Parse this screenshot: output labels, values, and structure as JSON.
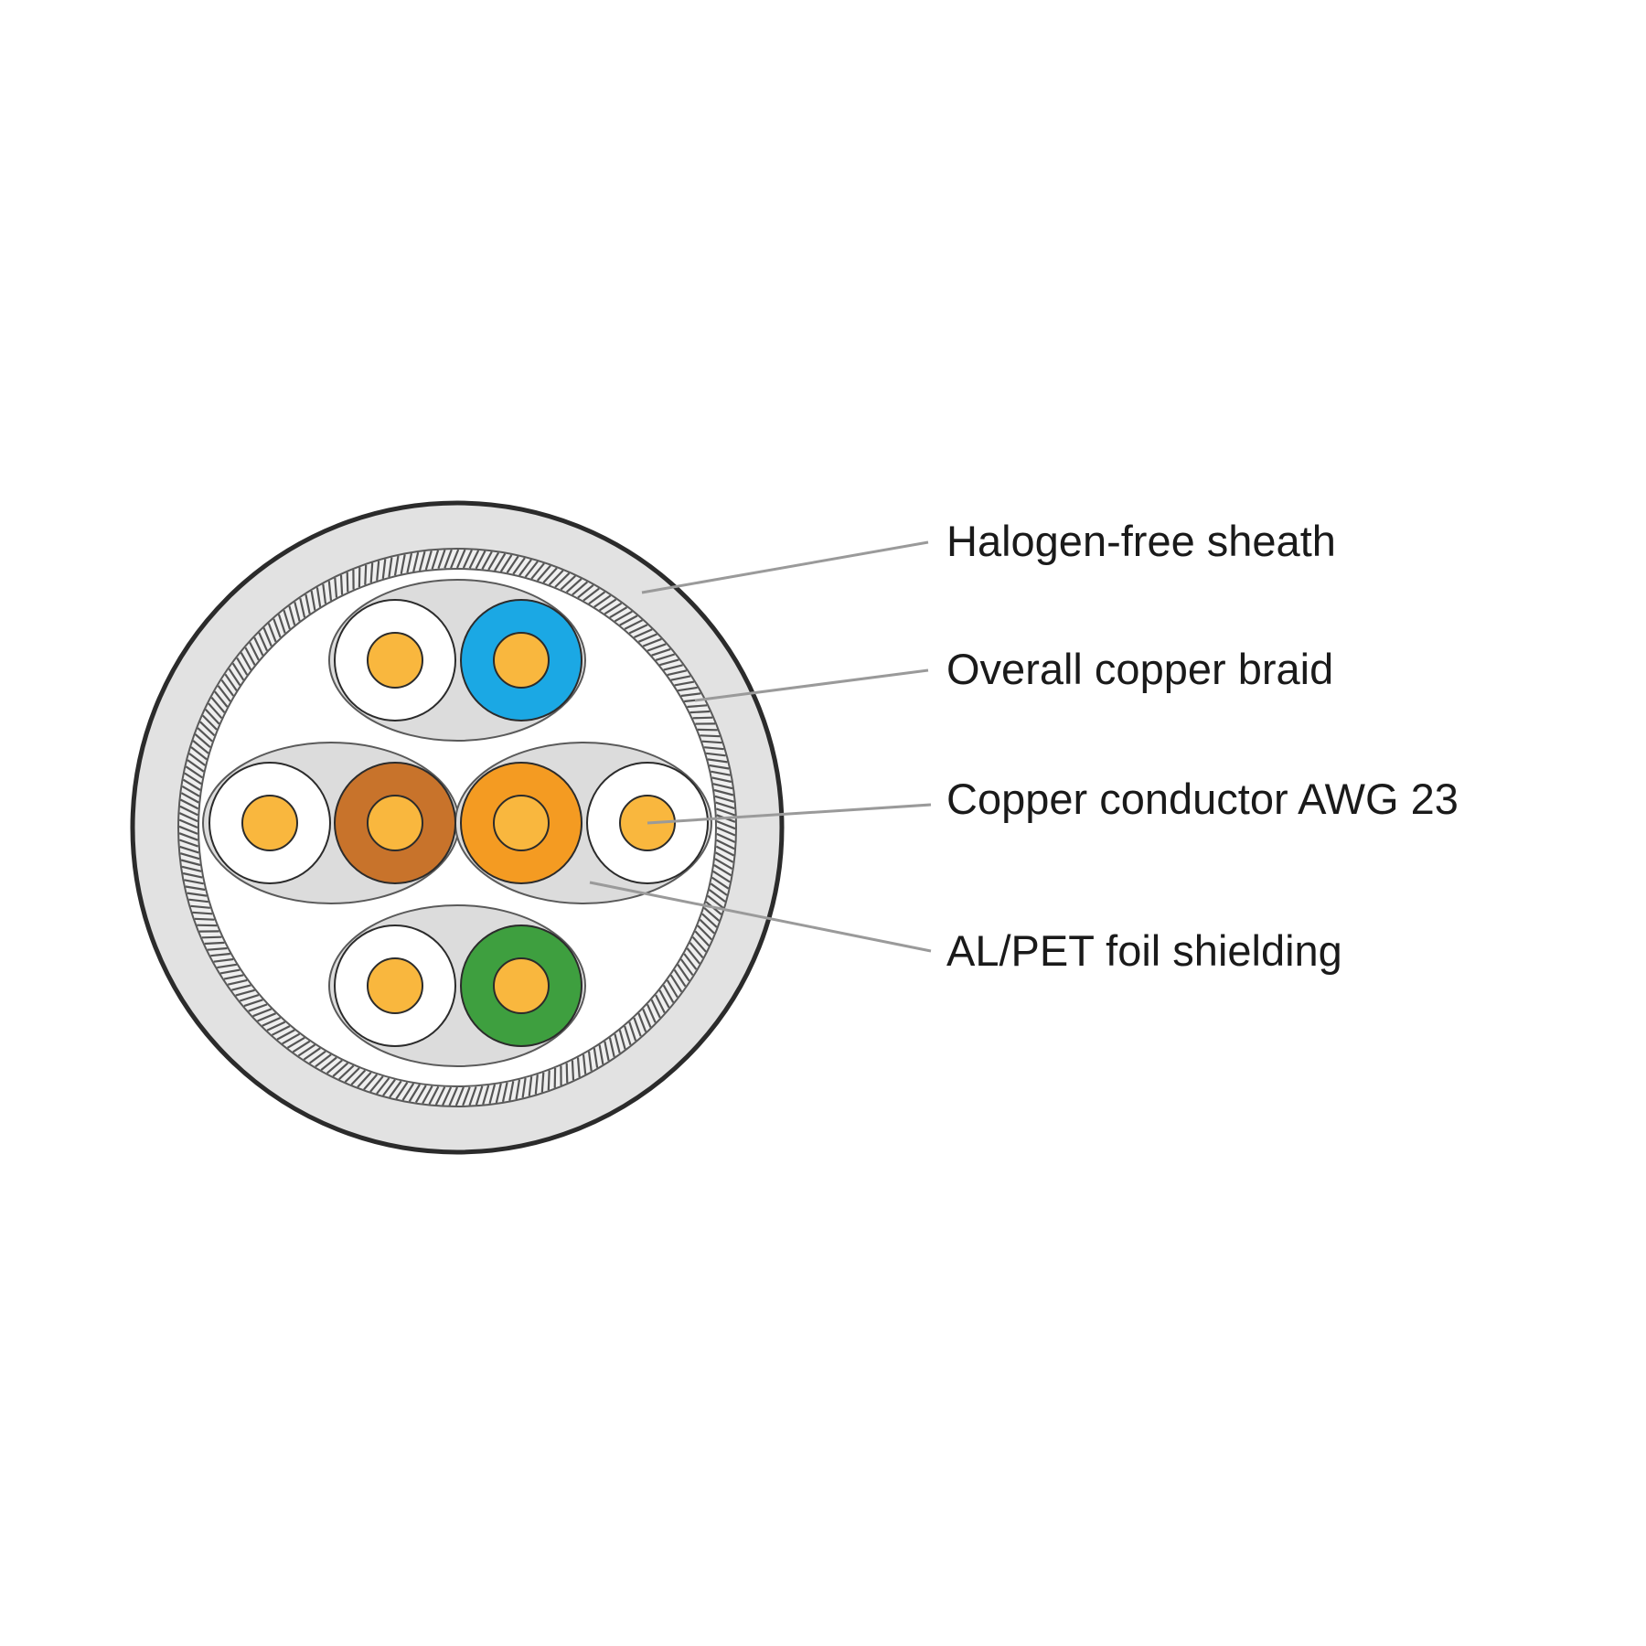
{
  "labels": {
    "sheath": "Halogen-free sheath",
    "braid": "Overall copper braid",
    "conductor": "Copper conductor AWG 23",
    "foil": "AL/PET foil shielding"
  },
  "colors": {
    "background": "#ffffff",
    "sheath": "#e2e2e2",
    "sheath_outline": "#2b2b2b",
    "braid": "#6e6e6e",
    "core_area": "#ffffff",
    "foil": "#dcdcdc",
    "conductor": "#f9b73e",
    "insulation_white": "#ffffff",
    "insulation_blue": "#1ba8e4",
    "insulation_brown": "#c8732b",
    "insulation_orange": "#f49b22",
    "insulation_green": "#3e9f3f",
    "leader_line": "#9a9a9a",
    "text": "#1a1a1a"
  },
  "pairs": [
    {
      "name": "blue-pair",
      "colors": [
        "white",
        "blue"
      ]
    },
    {
      "name": "brown-pair",
      "colors": [
        "white",
        "brown"
      ]
    },
    {
      "name": "orange-pair",
      "colors": [
        "orange",
        "white"
      ]
    },
    {
      "name": "green-pair",
      "colors": [
        "white",
        "green"
      ]
    }
  ]
}
